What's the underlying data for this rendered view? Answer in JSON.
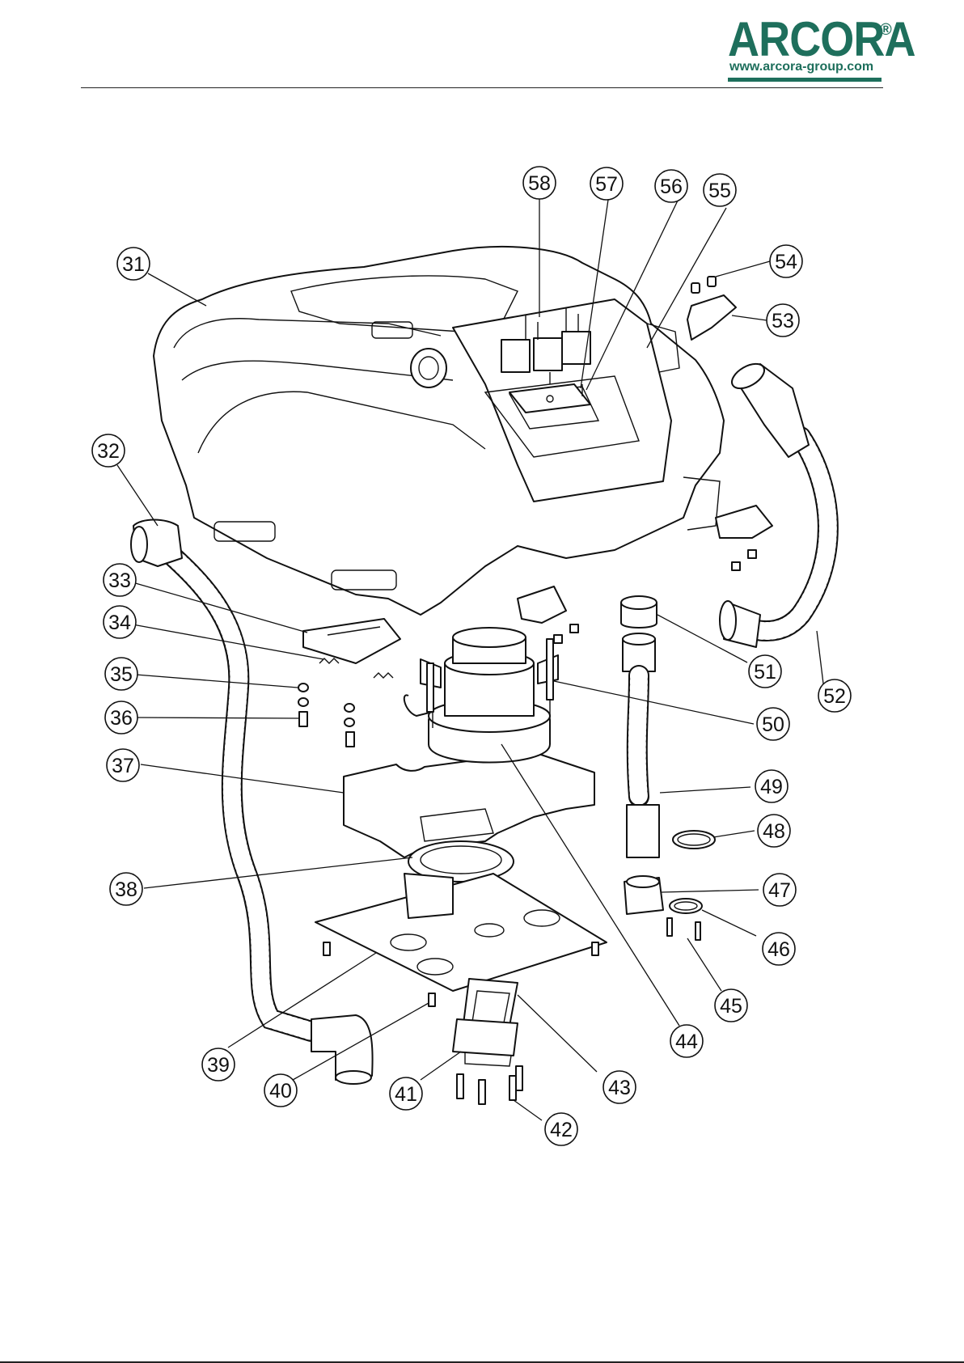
{
  "brand": {
    "name": "ARCORA",
    "registered_mark": "®",
    "url": "www.arcora-group.com",
    "color": "#1e6f5c"
  },
  "callouts": [
    "31",
    "32",
    "33",
    "34",
    "35",
    "36",
    "37",
    "38",
    "39",
    "40",
    "41",
    "42",
    "43",
    "44",
    "45",
    "46",
    "47",
    "48",
    "49",
    "50",
    "51",
    "52",
    "53",
    "54",
    "55",
    "56",
    "57",
    "58"
  ]
}
